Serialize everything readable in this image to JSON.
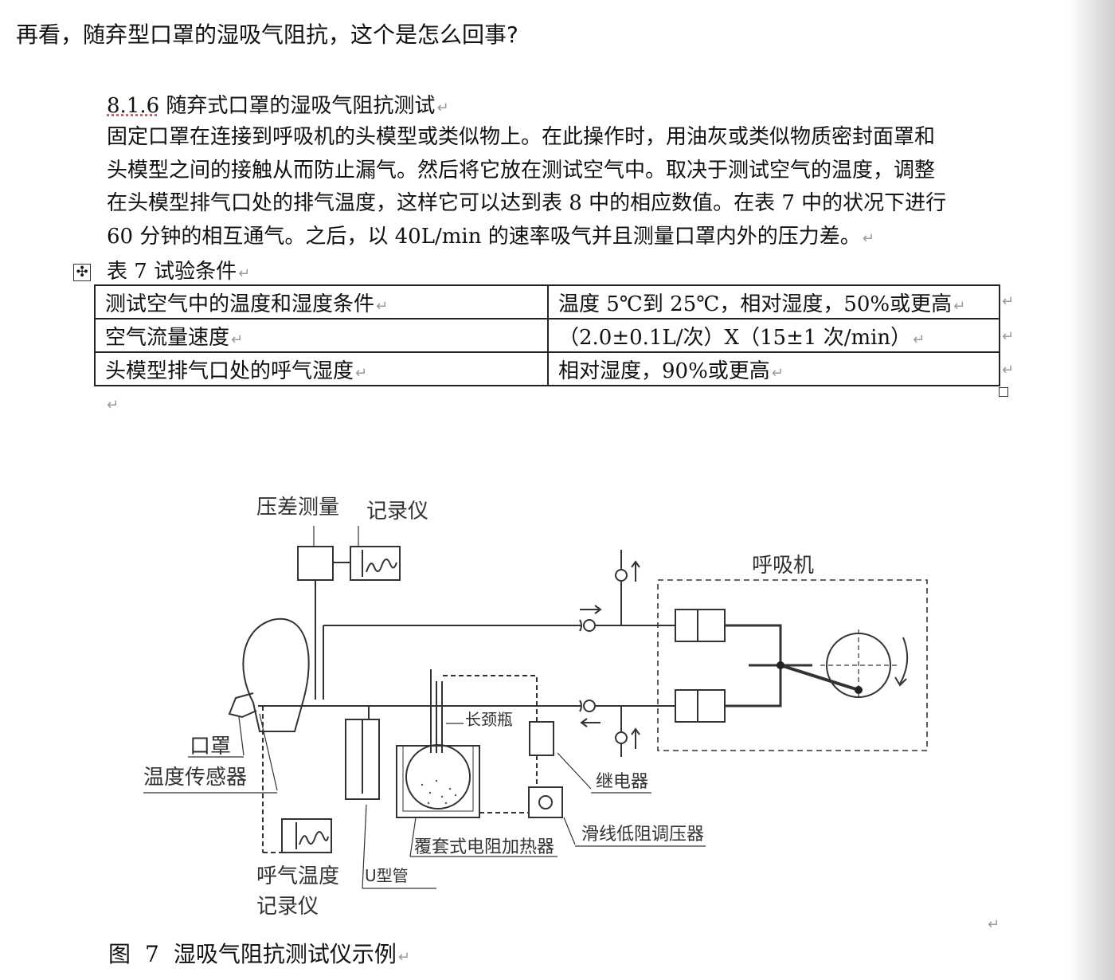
{
  "question": "再看，随弃型口罩的湿吸气阻抗，这个是怎么回事?",
  "section": {
    "number": "8.1.6",
    "title": "随弃式口罩的湿吸气阻抗测试",
    "paragraph_lines": [
      "固定口罩在连接到呼吸机的头模型或类似物上。在此操作时，用油灰或类似物质密封面罩和",
      "头模型之间的接触从而防止漏气。然后将它放在测试空气中。取决于测试空气的温度，调整",
      "在头模型排气口处的排气温度，这样它可以达到表 8 中的相应数值。在表 7 中的状况下进行",
      "60 分钟的相互通气。之后，以 40L/min 的速率吸气并且测量口罩内外的压力差。"
    ]
  },
  "table": {
    "caption": "表 7  试验条件",
    "handle_glyph": "✣",
    "rows": [
      [
        "测试空气中的温度和湿度条件",
        "温度 5℃到 25℃，相对湿度，50%或更高"
      ],
      [
        "空气流量速度",
        "（2.0±0.1L/次）X（15±1 次/min）"
      ],
      [
        "头模型排气口处的呼气湿度",
        "相对湿度，90%或更高"
      ]
    ]
  },
  "marks": {
    "paragraph": "↵"
  },
  "diagram": {
    "labels": {
      "pressure_measure": "压差测量",
      "recorder_top": "记录仪",
      "breathing_machine": "呼吸机",
      "mask": "口罩",
      "temp_sensor": "温度传感器",
      "long_neck_flask": "长颈瓶",
      "relay": "继电器",
      "slide_regulator": "滑线低阻调压器",
      "jacket_heater": "覆套式电阻加热器",
      "exhale_temp": "呼气温度",
      "u_tube": "U型管",
      "recorder_bottom": "记录仪"
    }
  },
  "figure": {
    "label": "图",
    "number": "7",
    "title": "湿吸气阻抗测试仪示例"
  }
}
